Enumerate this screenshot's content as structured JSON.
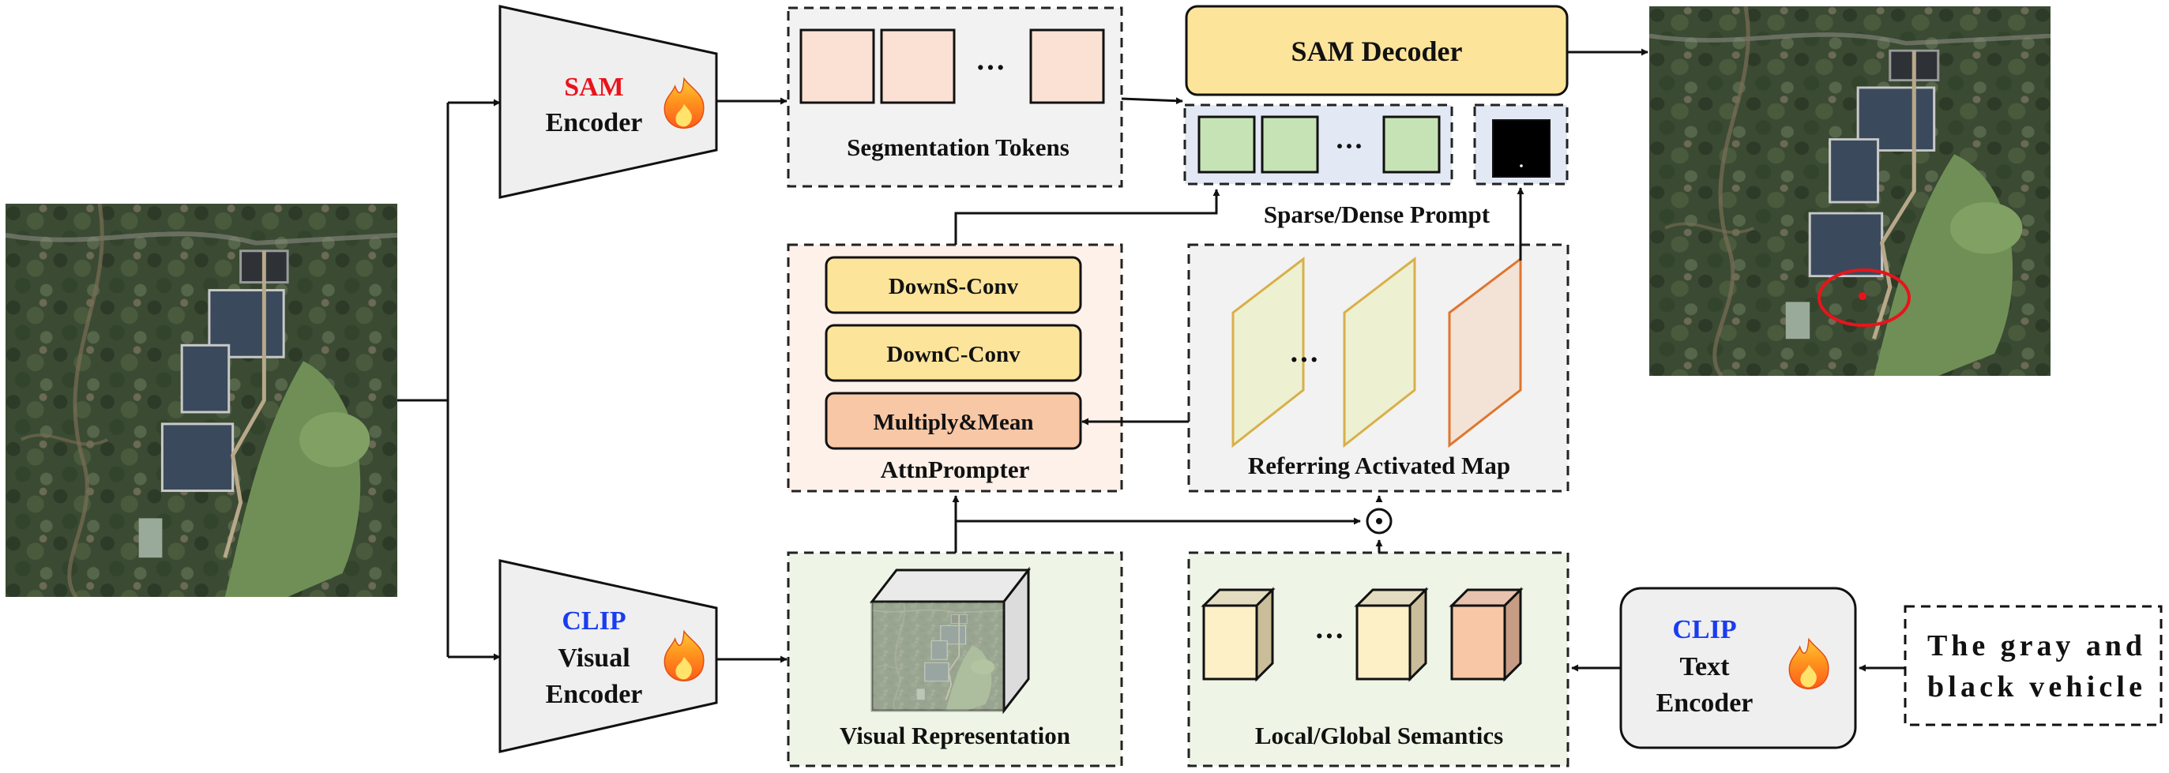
{
  "encoders": {
    "sam": {
      "name": "SAM",
      "sub": "Encoder"
    },
    "clip_visual": {
      "name": "CLIP",
      "line2": "Visual",
      "line3": "Encoder"
    },
    "clip_text": {
      "name": "CLIP",
      "line2": "Text",
      "line3": "Encoder"
    }
  },
  "segmentation_tokens": {
    "label": "Segmentation Tokens",
    "ellipsis": "···"
  },
  "sam_decoder": {
    "label": "SAM Decoder"
  },
  "prompt": {
    "label": "Sparse/Dense Prompt",
    "ellipsis": "···"
  },
  "attn_prompter": {
    "label": "AttnPrompter",
    "blocks": [
      "DownS-Conv",
      "DownC-Conv",
      "Multiply&Mean"
    ]
  },
  "referring_map": {
    "label": "Referring Activated Map",
    "ellipsis": "···"
  },
  "visual_representation": {
    "label": "Visual Representation"
  },
  "local_global": {
    "label": "Local/Global Semantics",
    "ellipsis": "···"
  },
  "text_query": {
    "line1": "The gray and",
    "line2": "black vehicle"
  },
  "operator": {
    "symbol": "⊙"
  },
  "colors": {
    "sam_red": "#e8141c",
    "clip_blue": "#1a3cf0",
    "decoder_yellow": "#fde49b",
    "block_yellow": "#fde49b",
    "block_orange": "#f7c7a6",
    "token_peach": "#fbe1d3",
    "token_green": "#c6e3b5",
    "panel_gray": "#f2f2f2",
    "panel_green": "#eef5e6",
    "panel_peach": "#fdf1ea",
    "panel_blue": "#e3e8f5"
  }
}
